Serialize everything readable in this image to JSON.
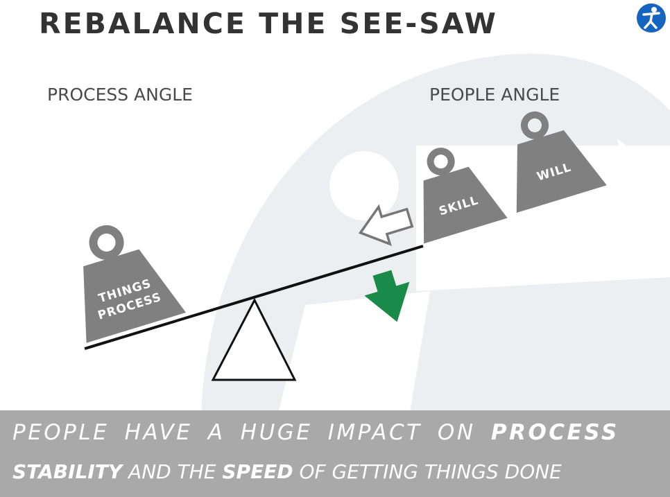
{
  "slide": {
    "title": "REBALANCE THE SEE-SAW",
    "logo": {
      "icon": "running-person-logo-icon",
      "color": "#1565c0"
    }
  },
  "labels": {
    "left": "PROCESS ANGLE",
    "right": "PEOPLE ANGLE"
  },
  "weights": {
    "things_process": {
      "line1": "THINGS",
      "line2": "PROCESS"
    },
    "skill": "SKILL",
    "will": "WILL"
  },
  "arrows": {
    "left_arrow": {
      "icon": "outline-left-arrow-icon",
      "color": "#777777"
    },
    "down_arrow": {
      "icon": "green-down-arrow-icon",
      "color": "#1a8a4a"
    }
  },
  "banner": {
    "line1_regular": "PEOPLE HAVE A HUGE IMPACT ON ",
    "line1_bold": "PROCESS",
    "line2_bold_1": "STABILITY",
    "line2_regular_1": " AND THE ",
    "line2_bold_2": "SPEED",
    "line2_regular_2": " OF GETTING THINGS DONE",
    "background": "#a9a9a9"
  },
  "colors": {
    "weight": "#808080",
    "title": "#333333",
    "background_art": "#eceef2"
  }
}
